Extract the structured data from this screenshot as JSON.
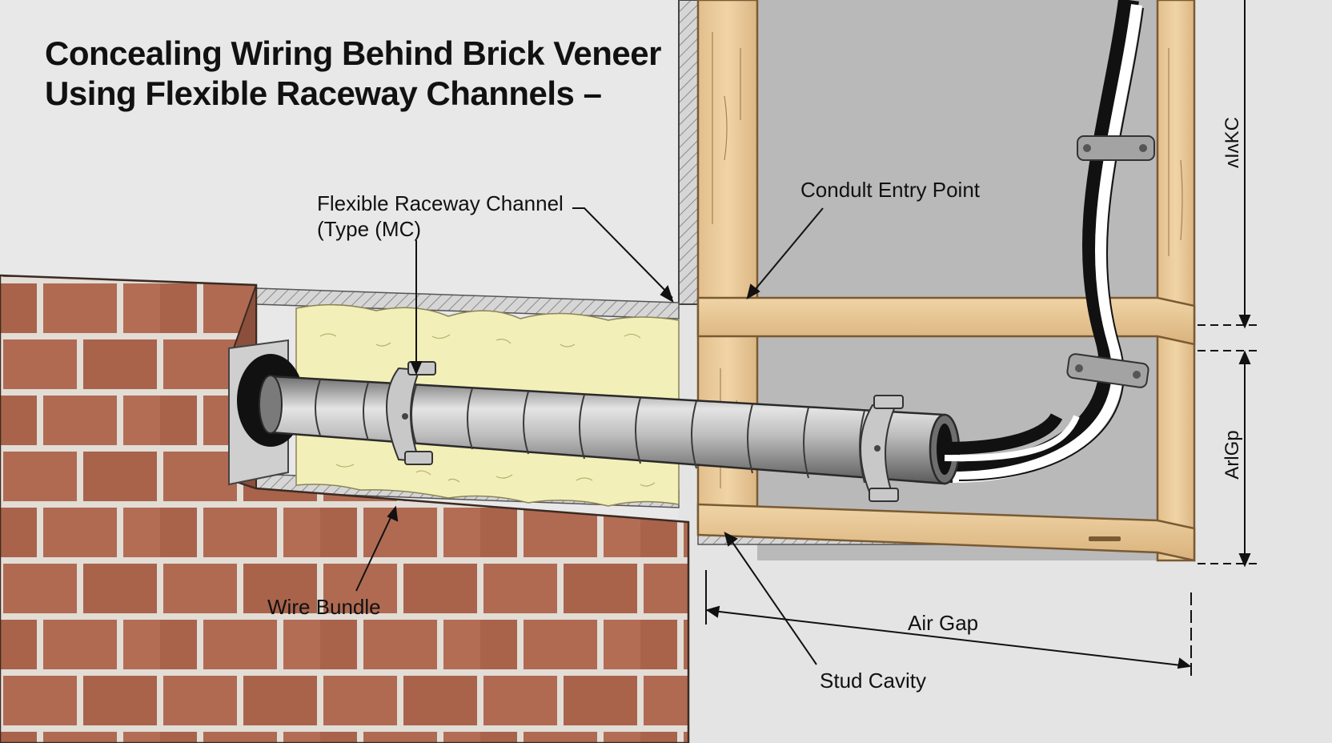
{
  "title": {
    "line1": "Concealing Wiring Behind Brick Veneer",
    "line2": "Using Flexible Raceway Channels –"
  },
  "labels": {
    "raceway_line1": "Flexible Raceway Channel",
    "raceway_line2": "(Type (MC)",
    "conduit_entry": "Condult Entry Point",
    "wire_bundle": "Wire Bundle",
    "air_gap": "Air Gap",
    "stud_cavity": "Stud Cavity"
  },
  "dimensions": {
    "upper_vertical": "ᴧIᴧKC",
    "lower_vertical": "ArlGp"
  },
  "colors": {
    "brick": "#b06a52",
    "mortar": "#e2ddd6",
    "stud_wood": "#e8c99a",
    "insulation": "#f3efb8",
    "drywall": "#b9b9b9",
    "conduit": "#9a9a9a",
    "cable_black": "#111111",
    "cable_white": "#ffffff"
  }
}
